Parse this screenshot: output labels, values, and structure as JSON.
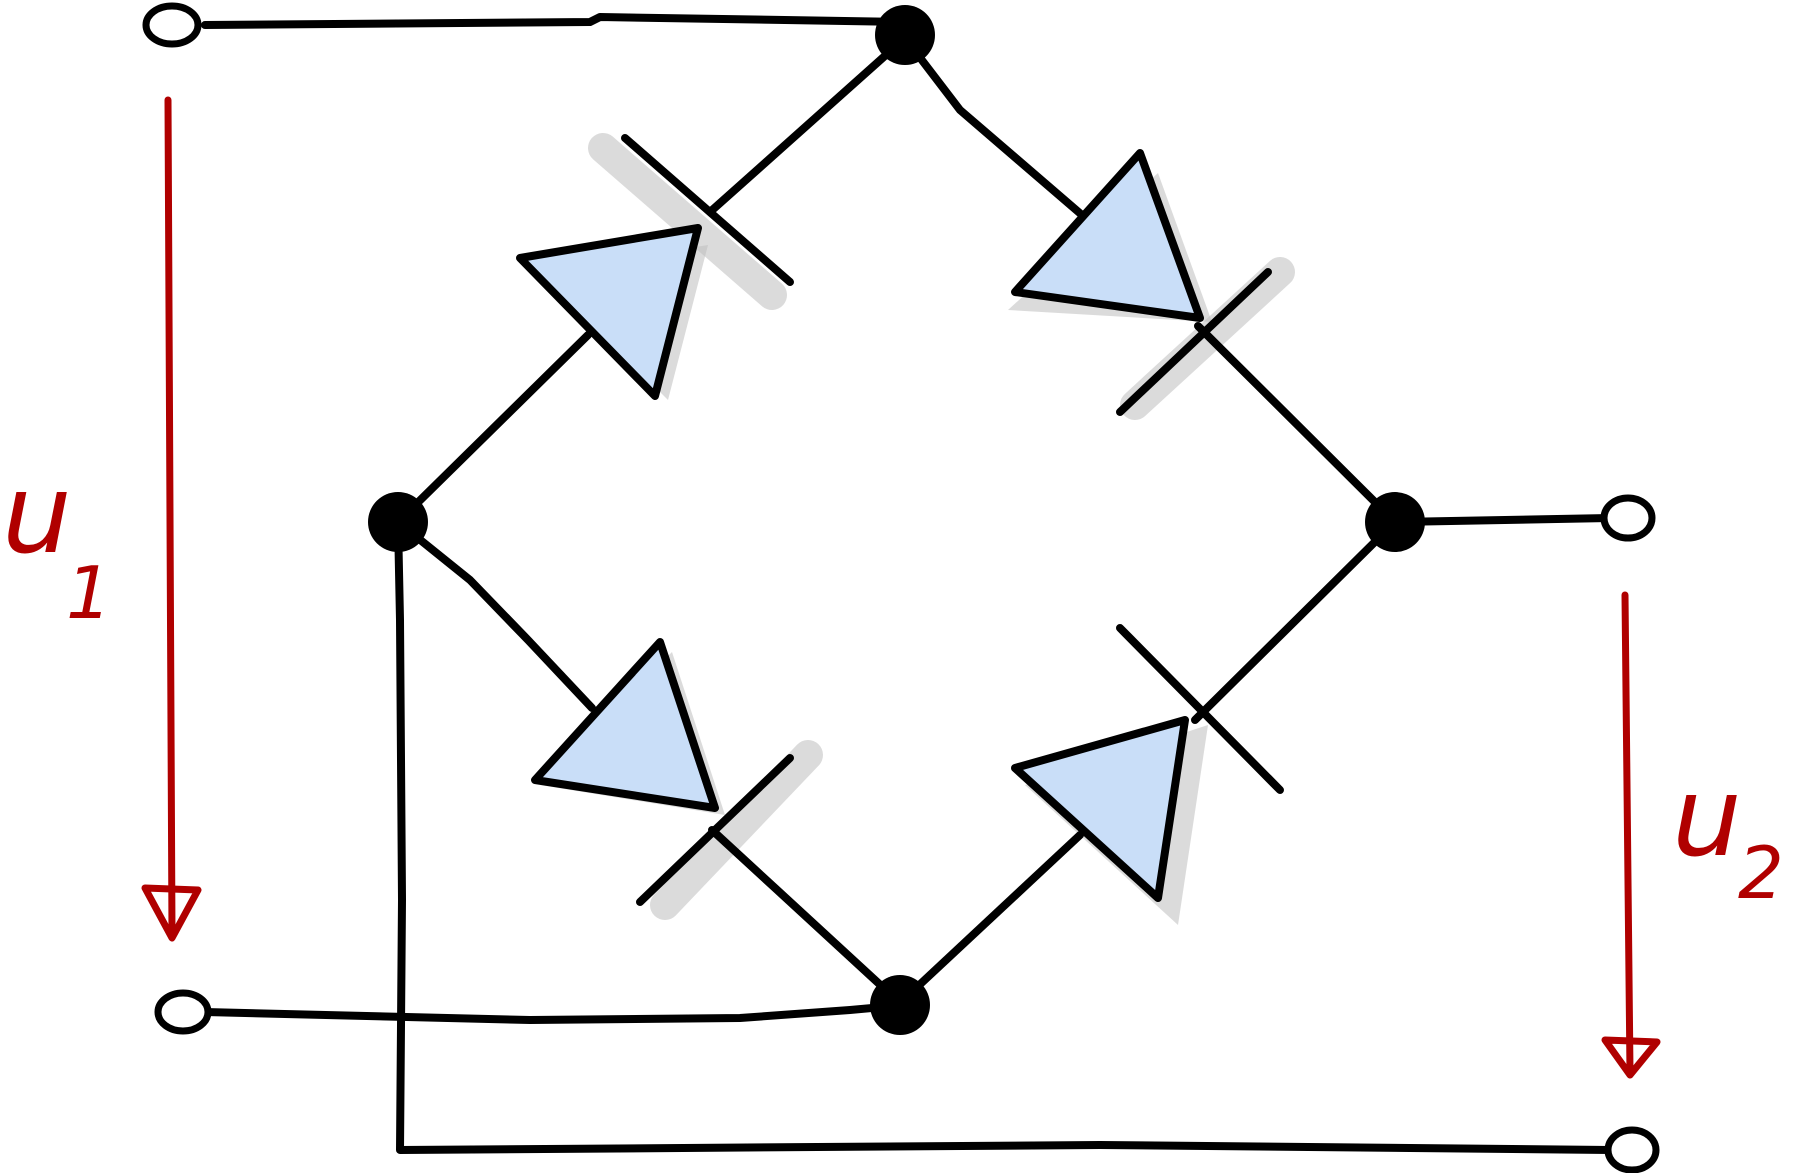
{
  "diagram": {
    "labels": {
      "input_voltage": {
        "main": "u",
        "subscript": "1"
      },
      "output_voltage": {
        "main": "u",
        "subscript": "2"
      }
    },
    "colors": {
      "wire": "#000000",
      "voltage_arrow": "#b00000",
      "diode_fill": "#c9def8",
      "shadow": "#bdbdbd"
    }
  }
}
